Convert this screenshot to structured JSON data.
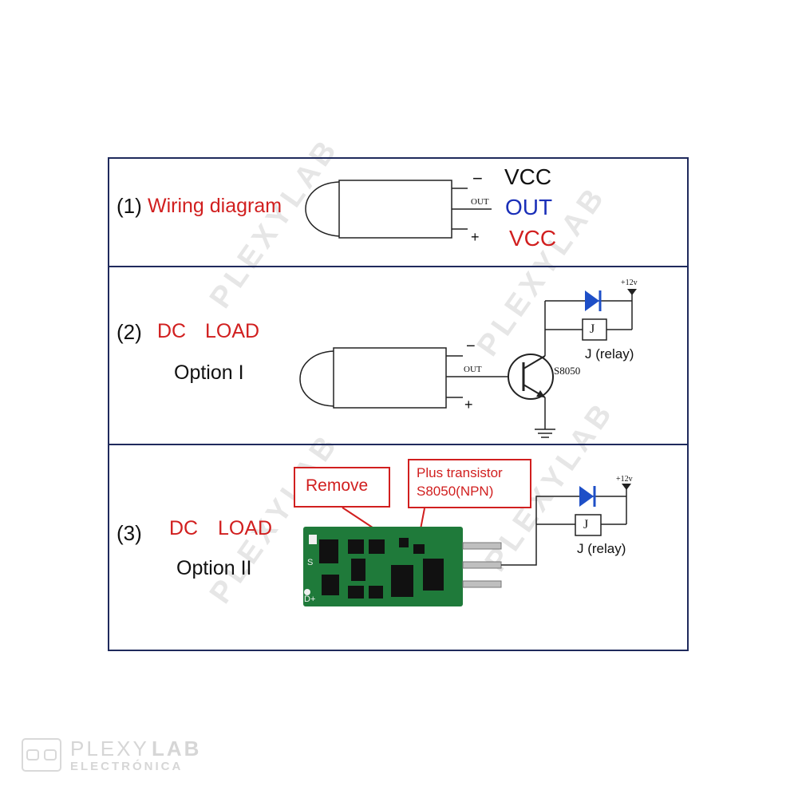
{
  "sections": [
    {
      "number": "(1)",
      "title": "Wiring diagram",
      "pins": {
        "minus": "−",
        "out": "OUT",
        "plus": "+"
      },
      "labels": {
        "vcc_minus": "VCC",
        "out": "OUT",
        "vcc_plus": "VCC"
      }
    },
    {
      "number": "(2)",
      "title_dc": "DC",
      "title_load": "LOAD",
      "option": "Option I",
      "pins": {
        "minus": "−",
        "out": "OUT",
        "plus": "+"
      },
      "transistor": "S8050",
      "supply": "+12v",
      "relay_symbol": "J",
      "relay_label": "J (relay)"
    },
    {
      "number": "(3)",
      "title_dc": "DC",
      "title_load": "LOAD",
      "option": "Option II",
      "callout_remove": "Remove",
      "callout_plus_line1": "Plus transistor",
      "callout_plus_line2": "S8050(NPN)",
      "supply": "+12v",
      "relay_symbol": "J",
      "relay_label": "J (relay)",
      "pcb_marks": {
        "s": "S",
        "d": "D+"
      }
    }
  ],
  "watermark": {
    "brand": "PLEXYLAB",
    "plexy": "PLEXY",
    "lab": "LAB",
    "subtitle": "ELECTRÓNICA"
  },
  "colors": {
    "frame": "#1f2a5c",
    "red": "#d11f1f",
    "blue": "#1a2fb8",
    "pcb": "#1f7a3a",
    "diode": "#1e4fc7"
  }
}
